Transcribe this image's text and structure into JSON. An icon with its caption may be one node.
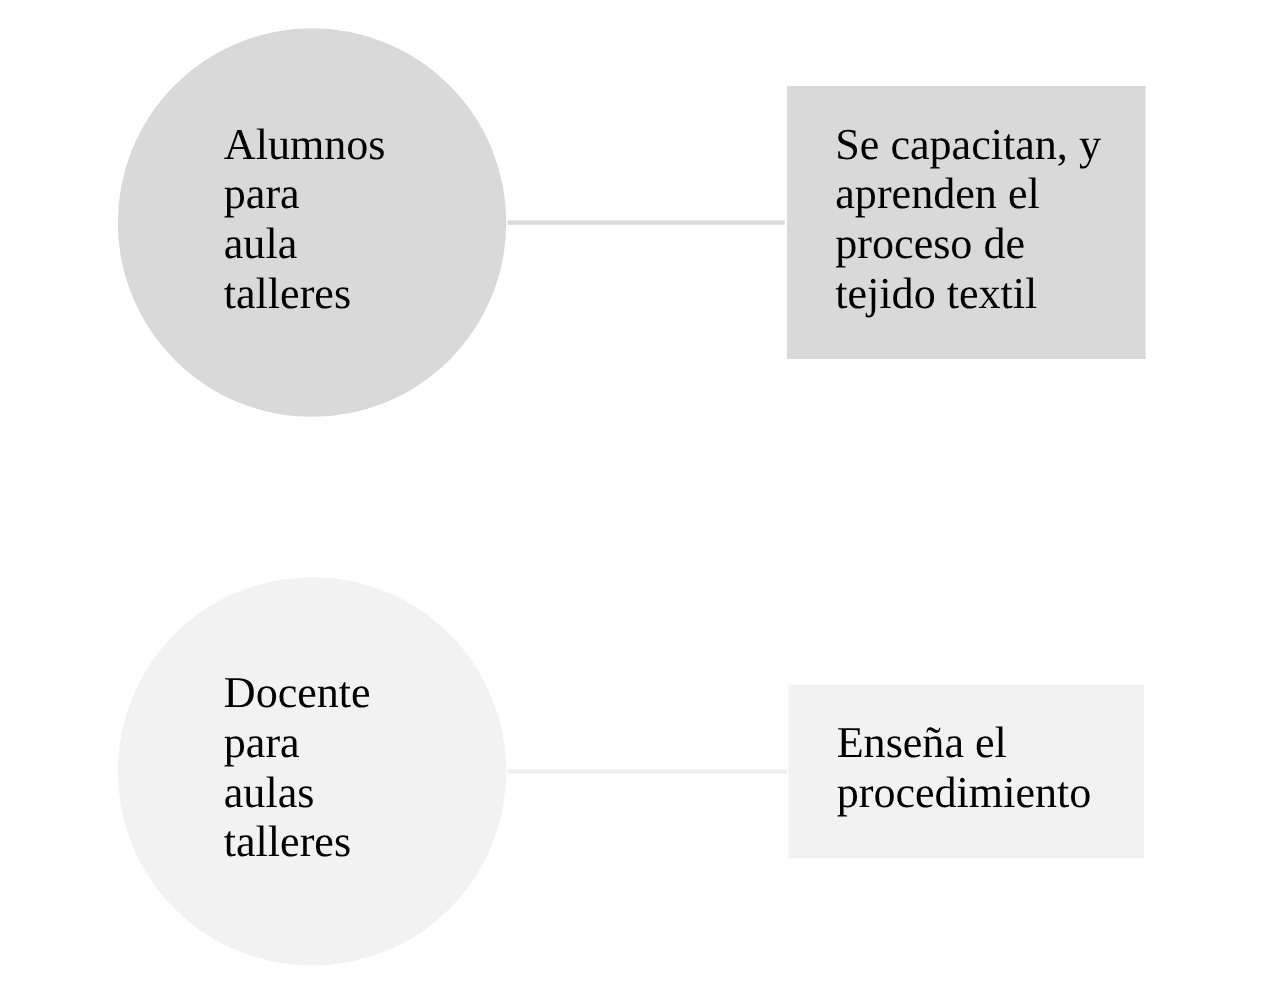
{
  "diagram": {
    "nodes": [
      {
        "text": [
          "Docente para aulas talleres"
        ]
      },
      {
        "text": [
          "Enseña el procedimiento"
        ]
      },
      {
        "text": [
          "Alumnos para aula talleres"
        ]
      },
      {
        "text": [
          "Se capacitan, y aprenden el proceso de tejido textil"
        ]
      }
    ],
    "edges": [
      {
        "from": 0,
        "to": 1,
        "arrow": "none",
        "color": "#eeeeee"
      },
      {
        "from": 2,
        "to": 3,
        "arrow": "none",
        "color": "#d9d9d9"
      }
    ]
  }
}
